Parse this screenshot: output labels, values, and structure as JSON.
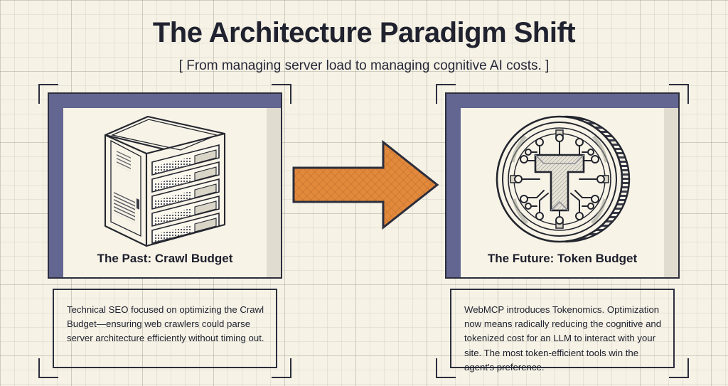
{
  "header": {
    "title": "The Architecture Paradigm Shift",
    "subtitle": "[ From managing server load to managing cognitive AI costs. ]"
  },
  "colors": {
    "background": "#f6f2e6",
    "grid_line": "#969887",
    "ink": "#20222f",
    "panel_accent": "#636691",
    "panel_shadow": "#bebcb0",
    "arrow_fill": "#e2893c",
    "arrow_stroke": "#2c2e3c"
  },
  "columns": [
    {
      "id": "past",
      "caption": "The Past: Crawl Budget",
      "illustration": "server-tower-icon",
      "description": "Technical SEO focused on optimizing the Crawl Budget—ensuring web crawlers could parse server architecture efficiently without timing out."
    },
    {
      "id": "future",
      "caption": "The Future: Token Budget",
      "illustration": "token-coin-icon",
      "description": "WebMCP introduces Tokenomics. Optimization now means radically reducing the cognitive and tokenized cost for an LLM to interact with your site. The most token-efficient tools win the agent's preference."
    }
  ],
  "arrow": {
    "name": "right-arrow-icon",
    "direction": "right"
  },
  "coin": {
    "letter": "T"
  }
}
